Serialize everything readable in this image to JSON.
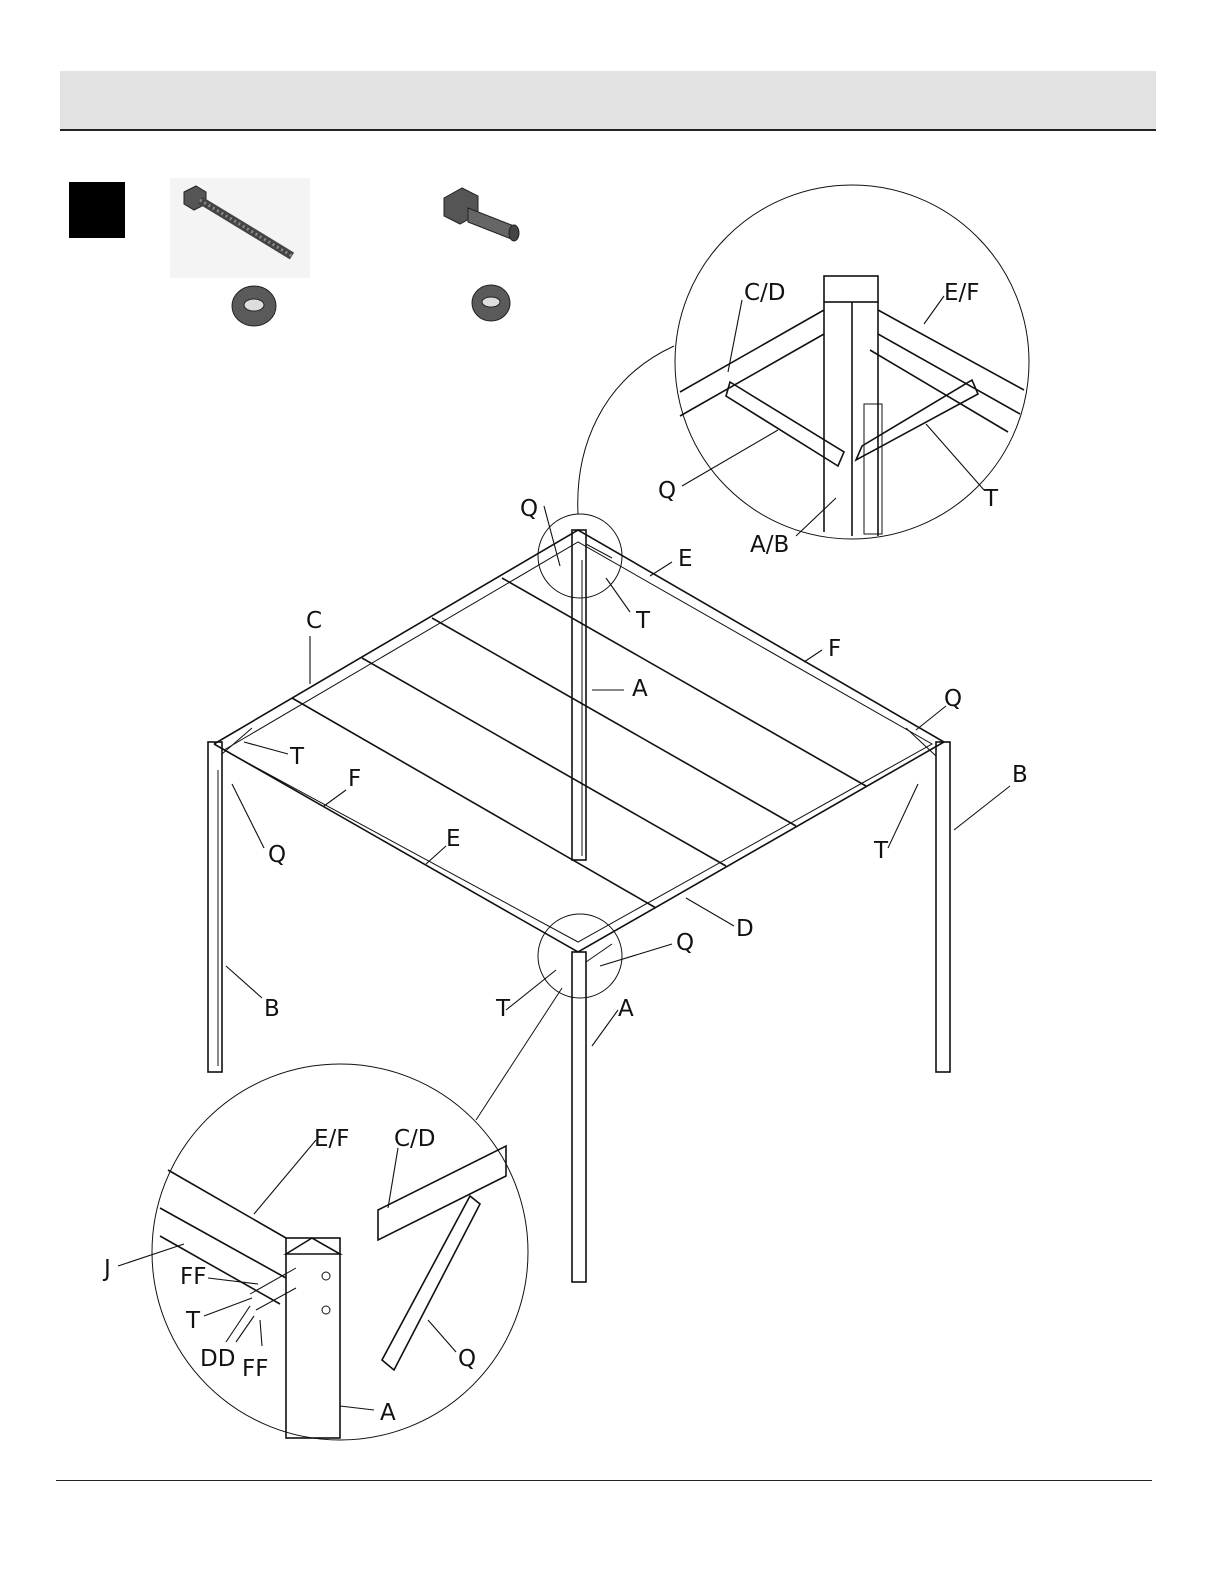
{
  "hardware": {
    "items": [
      {
        "id": "long-bolt",
        "icon": "long-bolt-icon"
      },
      {
        "id": "short-bolt",
        "icon": "short-bolt-icon"
      }
    ]
  },
  "labels": {
    "Q": "Q",
    "T": "T",
    "E": "E",
    "F": "F",
    "C": "C",
    "A": "A",
    "B": "B",
    "D": "D",
    "CD": "C/D",
    "EF": "E/F",
    "AB": "A/B",
    "J": "J",
    "FF": "FF",
    "DD": "DD"
  }
}
